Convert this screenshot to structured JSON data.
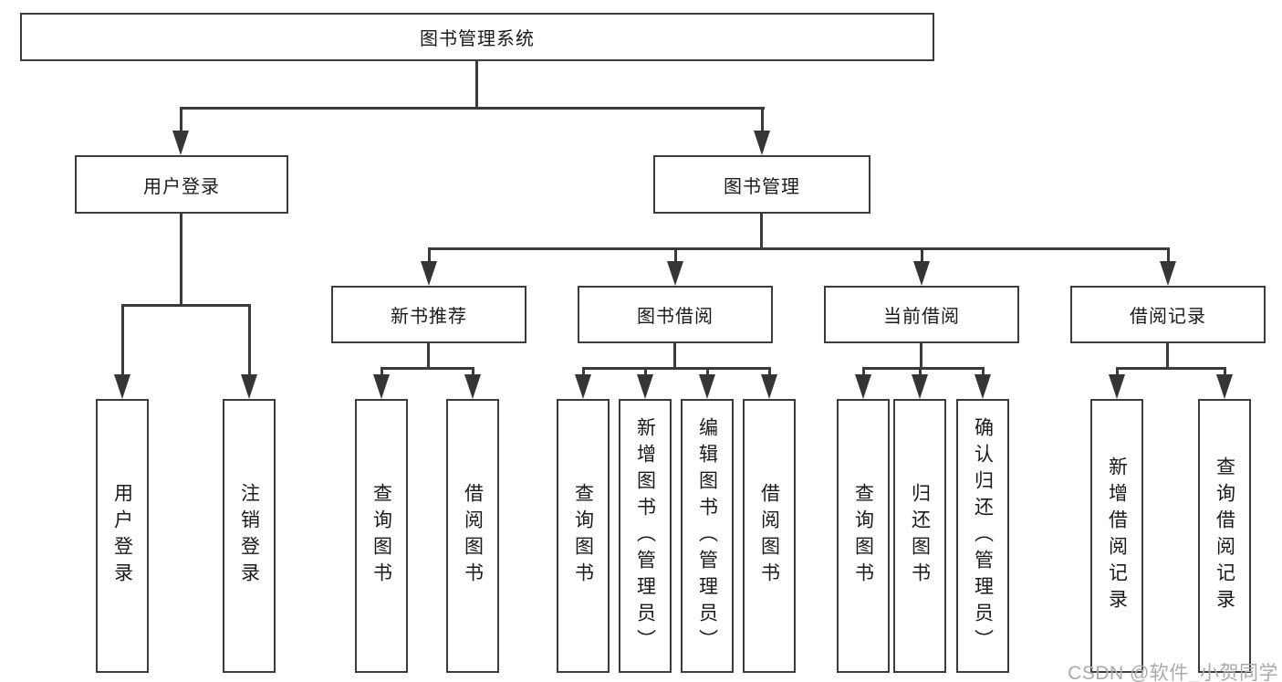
{
  "nodes": {
    "root": "图书管理系统",
    "level2": [
      "用户登录",
      "图书管理"
    ],
    "level3": [
      "新书推荐",
      "图书借阅",
      "当前借阅",
      "借阅记录"
    ],
    "leaves_user_login": [
      "用户登录",
      "注销登录"
    ],
    "leaves_new_books": [
      "查询图书",
      "借阅图书"
    ],
    "leaves_book_borrow": [
      "查询图书",
      "新增图书（管理员）",
      "编辑图书（管理员）",
      "借阅图书"
    ],
    "leaves_current_borrow": [
      "查询图书",
      "归还图书",
      "确认归还（管理员）"
    ],
    "leaves_borrow_records": [
      "新增借阅记录",
      "查询借阅记录"
    ]
  },
  "watermark": "CSDN @软件_小贺同学",
  "colors": {
    "line": "#3a3a3a",
    "box_border": "#3c3c3c",
    "text": "#1a1a1a",
    "watermark": "#a6abb3",
    "background": "#ffffff"
  }
}
